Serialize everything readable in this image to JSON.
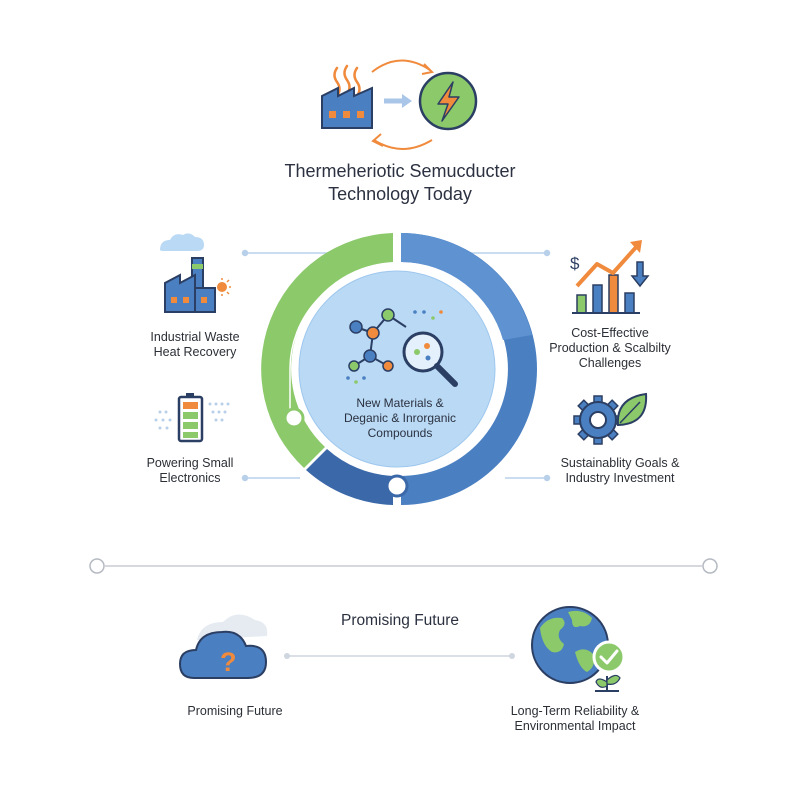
{
  "title": {
    "line1": "Thermeheriotic Semucducter",
    "line2": "Technology Today"
  },
  "center": {
    "line1": "New Materials &",
    "line2": "Deganic & Inrorganic",
    "line3": "Compounds"
  },
  "left_items": [
    {
      "line1": "Industrial Waste",
      "line2": "Heat Recovery"
    },
    {
      "line1": "Powering Small",
      "line2": "Electronics"
    }
  ],
  "right_items": [
    {
      "line1": "Cost-Effective",
      "line2": "Production & Scalbilty",
      "line3": "Challenges"
    },
    {
      "line1": "Sustainablity Goals &",
      "line2": "Industry Investment"
    }
  ],
  "future": {
    "heading": "Promising Future",
    "left_label": "Promising Future",
    "right_line1": "Long-Term Reliability &",
    "right_line2": "Environmental Impact"
  },
  "colors": {
    "green": "#8cc96b",
    "blue": "#4a7fc1",
    "dark_blue": "#3a68a8",
    "light_blue": "#b9d9f5",
    "orange": "#f08a3c"
  },
  "icons": {
    "top": "factory-to-energy-cycle-icon",
    "left_1": "factory-icon",
    "left_2": "battery-icon",
    "right_1": "growth-chart-icon",
    "right_2": "gear-leaf-icon",
    "center": "molecule-magnifier-icon",
    "future_left": "cloud-question-icon",
    "future_right": "globe-check-plant-icon"
  }
}
